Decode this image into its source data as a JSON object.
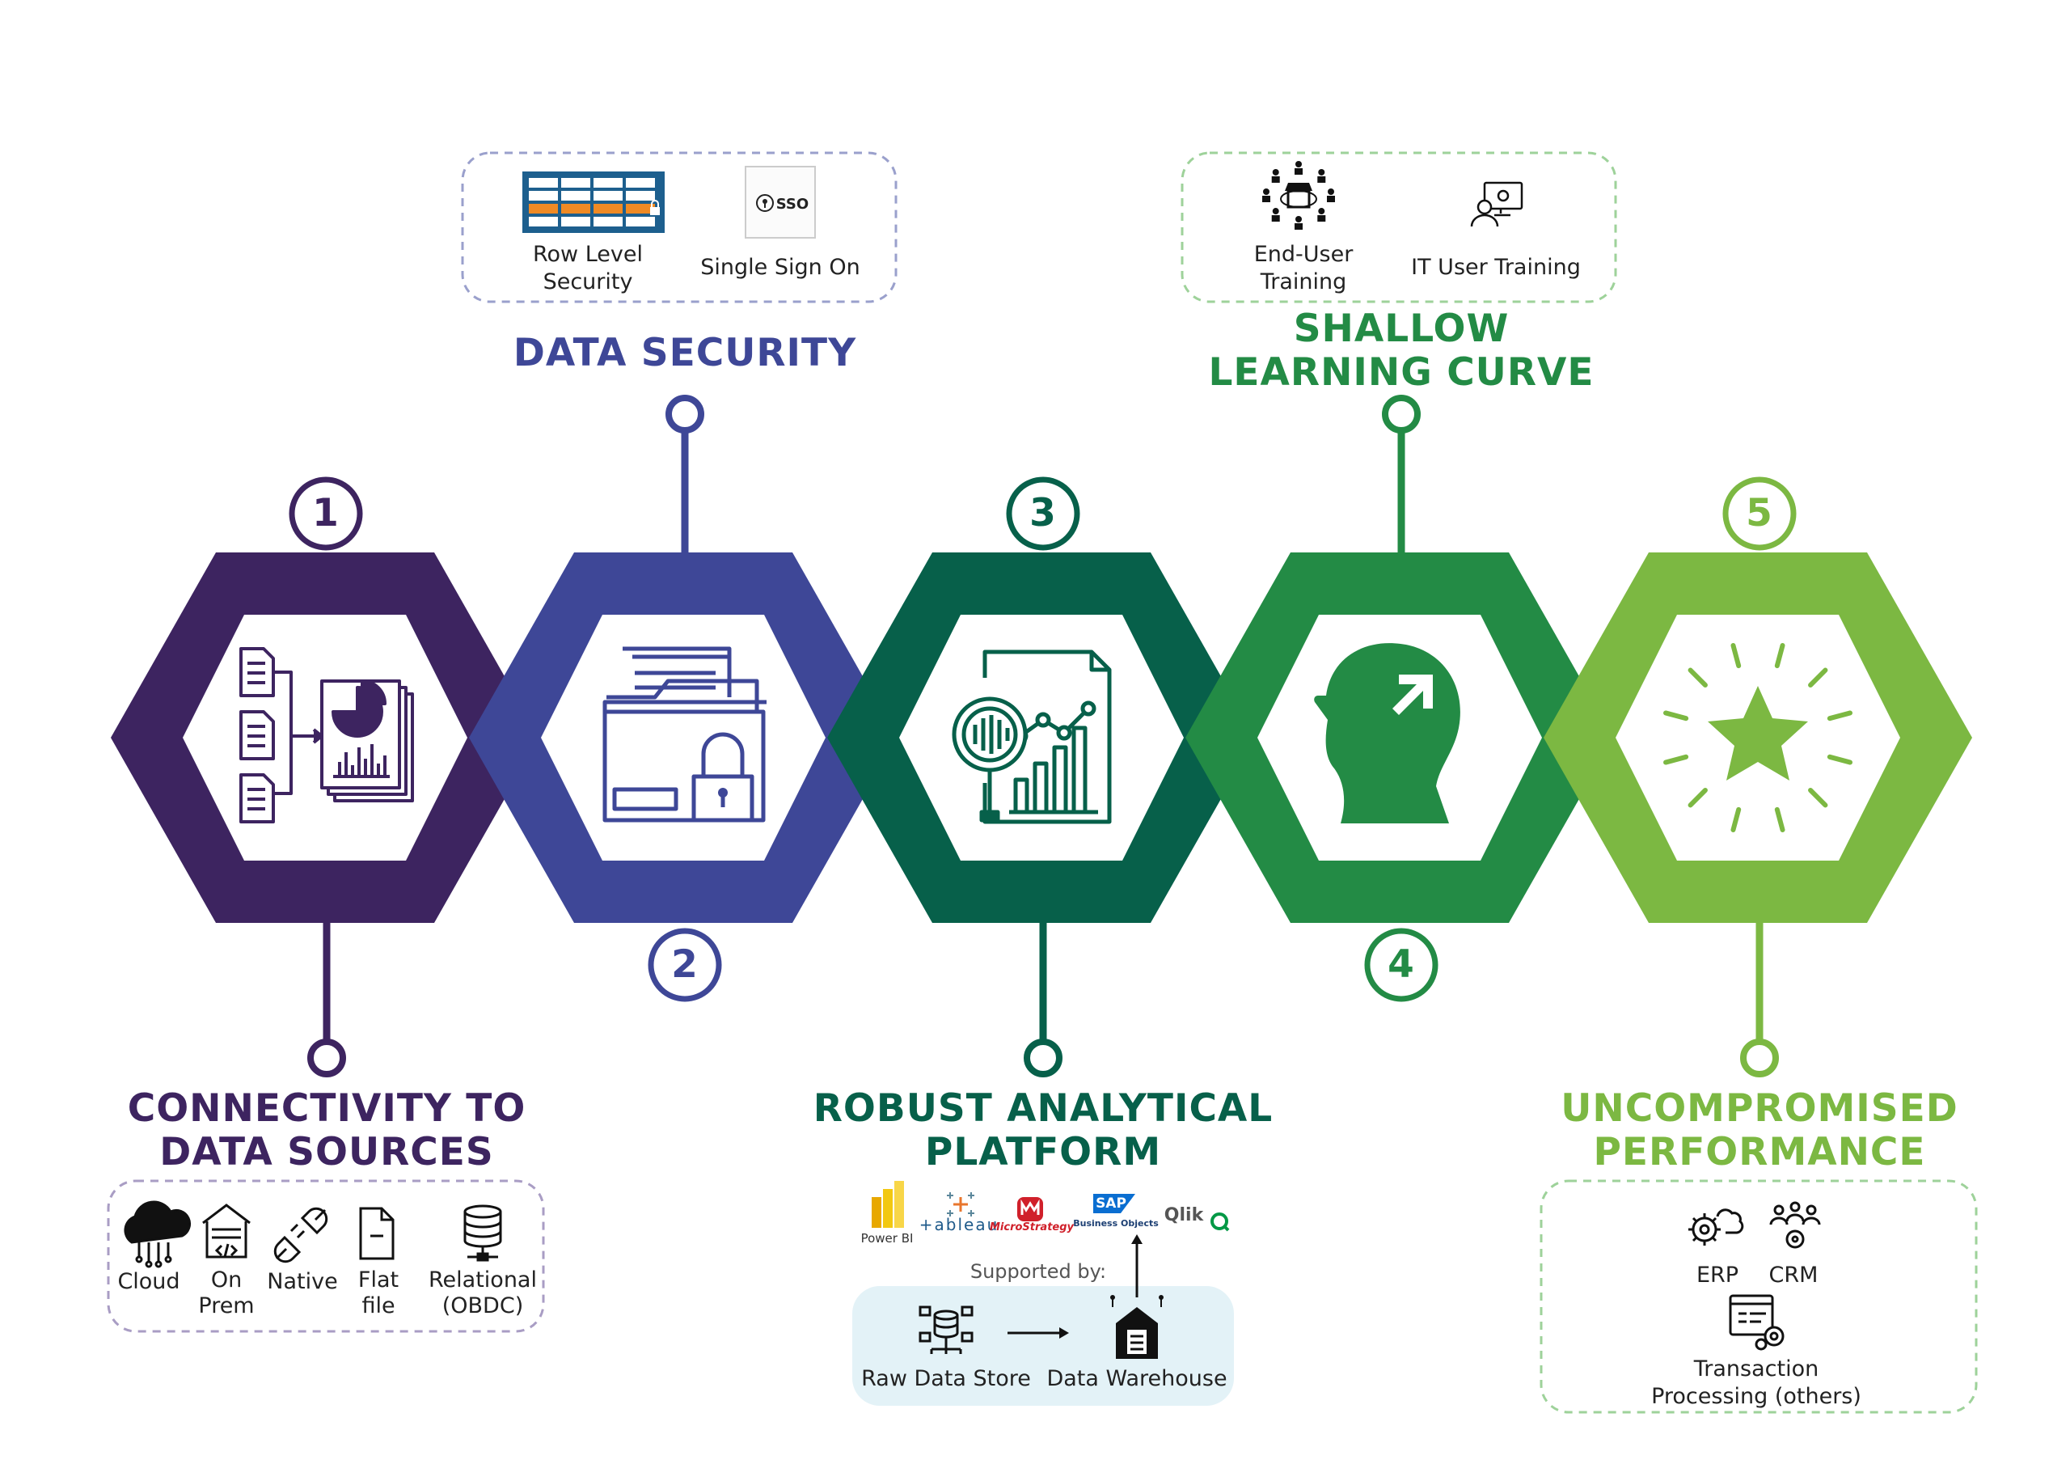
{
  "colors": {
    "step1": "#3d2460",
    "step2": "#3e4797",
    "step3": "#07604a",
    "step4": "#238b45",
    "step5": "#7cb842",
    "box_border_blue": "#9aa0cc",
    "box_border_purple": "#a99dc4",
    "box_border_green": "#9ed29a",
    "light_panel": "#e3f2f7"
  },
  "steps": [
    {
      "number": "1",
      "title_line1": "CONNECTIVITY TO",
      "title_line2": "DATA SOURCES",
      "icon": "documents-to-report-icon"
    },
    {
      "number": "2",
      "title_line1": "DATA SECURITY",
      "title_line2": "",
      "icon": "locked-folder-icon"
    },
    {
      "number": "3",
      "title_line1": "ROBUST ANALYTICAL",
      "title_line2": "PLATFORM",
      "icon": "analytics-report-magnifier-icon"
    },
    {
      "number": "4",
      "title_line1": "SHALLOW",
      "title_line2": "LEARNING CURVE",
      "icon": "head-growth-icon"
    },
    {
      "number": "5",
      "title_line1": "UNCOMPROMISED",
      "title_line2": "PERFORMANCE",
      "icon": "shining-star-icon"
    }
  ],
  "connectivity": {
    "items": [
      {
        "line1": "Cloud",
        "line2": "",
        "icon": "cloud-icon"
      },
      {
        "line1": "On",
        "line2": "Prem",
        "icon": "server-house-icon"
      },
      {
        "line1": "Native",
        "line2": "",
        "icon": "plug-icon"
      },
      {
        "line1": "Flat",
        "line2": "file",
        "icon": "file-icon"
      },
      {
        "line1": "Relational",
        "line2": "(OBDC)",
        "icon": "database-icon"
      }
    ]
  },
  "security": {
    "items": [
      {
        "line1": "Row Level",
        "line2": "Security",
        "icon": "row-level-security-icon"
      },
      {
        "line1": "Single Sign On",
        "line2": "",
        "icon": "sso-icon"
      }
    ],
    "sso_text": "SSO"
  },
  "learning": {
    "items": [
      {
        "line1": "End-User",
        "line2": "Training",
        "icon": "user-group-icon"
      },
      {
        "line1": "IT User Training",
        "line2": "",
        "icon": "it-user-icon"
      }
    ]
  },
  "platform": {
    "brands": [
      {
        "text": "Power BI",
        "color": "#333333"
      },
      {
        "text": "+ableau",
        "color": "#1f5a8a"
      },
      {
        "text": "MicroStrategy",
        "color": "#d0202a"
      },
      {
        "text": "SAP",
        "color": "#ffffff"
      },
      {
        "text": "Business Objects",
        "color": "#1c3f73"
      },
      {
        "text": "Qlik",
        "color": "#555555"
      }
    ],
    "supported_by": "Supported by:",
    "raw_store": "Raw Data Store",
    "warehouse": "Data Warehouse"
  },
  "performance": {
    "items": [
      {
        "text": "ERP",
        "icon": "erp-gears-icon"
      },
      {
        "text": "CRM",
        "icon": "crm-people-icon"
      }
    ],
    "transaction_line1": "Transaction",
    "transaction_line2": "Processing (others)"
  }
}
